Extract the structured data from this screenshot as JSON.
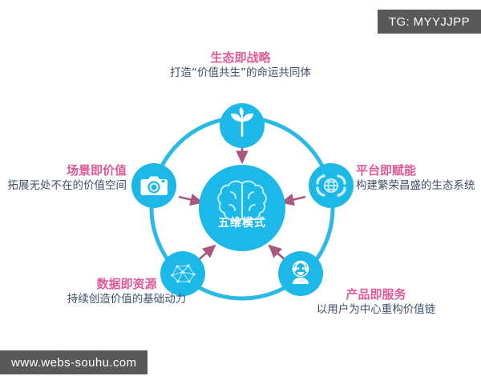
{
  "watermarks": {
    "top_right": "TG: MYYJJPP",
    "bottom_left": "www.webs-souhu.com"
  },
  "center": {
    "caption": "五维模式",
    "icon": "brain-icon",
    "color": "#1BB8E8"
  },
  "colors": {
    "node_fill": "#1BB8E8",
    "ring_stroke": "#2BB9E6",
    "heading": "#E05A98",
    "subtitle": "#3F4F6B",
    "arrow": "#A8577E",
    "tag_bg": "#595959"
  },
  "nodes": [
    {
      "id": "ecology",
      "icon": "sprout-icon",
      "heading": "生态即战略",
      "subtitle": "打造“价值共生”的命运共同体",
      "position": "top"
    },
    {
      "id": "scene",
      "icon": "camera-icon",
      "heading": "场景即价值",
      "subtitle": "拓展无处不在的价值空间",
      "position": "left"
    },
    {
      "id": "platform",
      "icon": "globe-network-icon",
      "heading": "平台即赋能",
      "subtitle": "构建繁荣昌盛的生态系统",
      "position": "right"
    },
    {
      "id": "data",
      "icon": "data-nodes-icon",
      "heading": "数据即资源",
      "subtitle": "持续创造价值的基础动力",
      "position": "bottom-left"
    },
    {
      "id": "product",
      "icon": "headset-agent-icon",
      "heading": "产品即服务",
      "subtitle": "以用户为中心重构价值链",
      "position": "bottom-right"
    }
  ]
}
